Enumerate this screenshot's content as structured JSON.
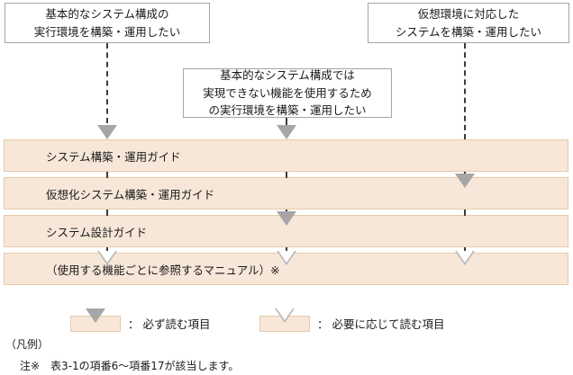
{
  "diagram": {
    "type": "flow-reading-guide",
    "question_boxes": [
      {
        "id": "basic-system-runtime",
        "lines": [
          "基本的なシステム構成の",
          "実行環境を構築・運用したい"
        ]
      },
      {
        "id": "advanced-function-runtime",
        "lines": [
          "基本的なシステム構成では",
          "実現できない機能を使用するため",
          "の実行環境を構築・運用したい"
        ]
      },
      {
        "id": "virtual-environment-system",
        "lines": [
          "仮想環境に対応した",
          "システムを構築・運用したい"
        ]
      }
    ],
    "bars": [
      {
        "id": "system-build-operation-guide",
        "label": "システム構築・運用ガイド"
      },
      {
        "id": "virtualization-system-build-operation-guide",
        "label": "仮想化システム構築・運用ガイド"
      },
      {
        "id": "system-design-guide",
        "label": "システム設計ガイド"
      },
      {
        "id": "per-function-manual",
        "label": "（使用する機能ごとに参照するマニュアル）※"
      }
    ],
    "columns": [
      {
        "id": "column-basic",
        "source_box": "basic-system-runtime",
        "markers": [
          "filled-arrow",
          "dash",
          "dash",
          "hollow-arrow"
        ]
      },
      {
        "id": "column-advanced",
        "source_box": "advanced-function-runtime",
        "markers": [
          "filled-arrow",
          "dash",
          "filled-arrow",
          "hollow-arrow"
        ]
      },
      {
        "id": "column-virtual",
        "source_box": "virtual-environment-system",
        "markers": [
          "dash",
          "filled-arrow",
          "dash",
          "hollow-arrow"
        ]
      }
    ],
    "colors": {
      "bar_fill": "#f7e7d8",
      "bar_border": "#e8c9a8",
      "arrow_filled": "#a6a6a6",
      "arrow_hollow_border": "#b9b9b9",
      "dash_line": "#3b3b3b",
      "box_border": "#a6a6a6",
      "text": "#1a1a1a"
    }
  },
  "legend": {
    "caption": "（凡例）",
    "items": [
      {
        "marker": "filled-arrow",
        "colon": "：",
        "text": "必ず読む項目"
      },
      {
        "marker": "hollow-arrow",
        "colon": "：",
        "text": "必要に応じて読む項目"
      }
    ],
    "note": "注※　表3-1の項番6〜項番17が該当します。"
  }
}
